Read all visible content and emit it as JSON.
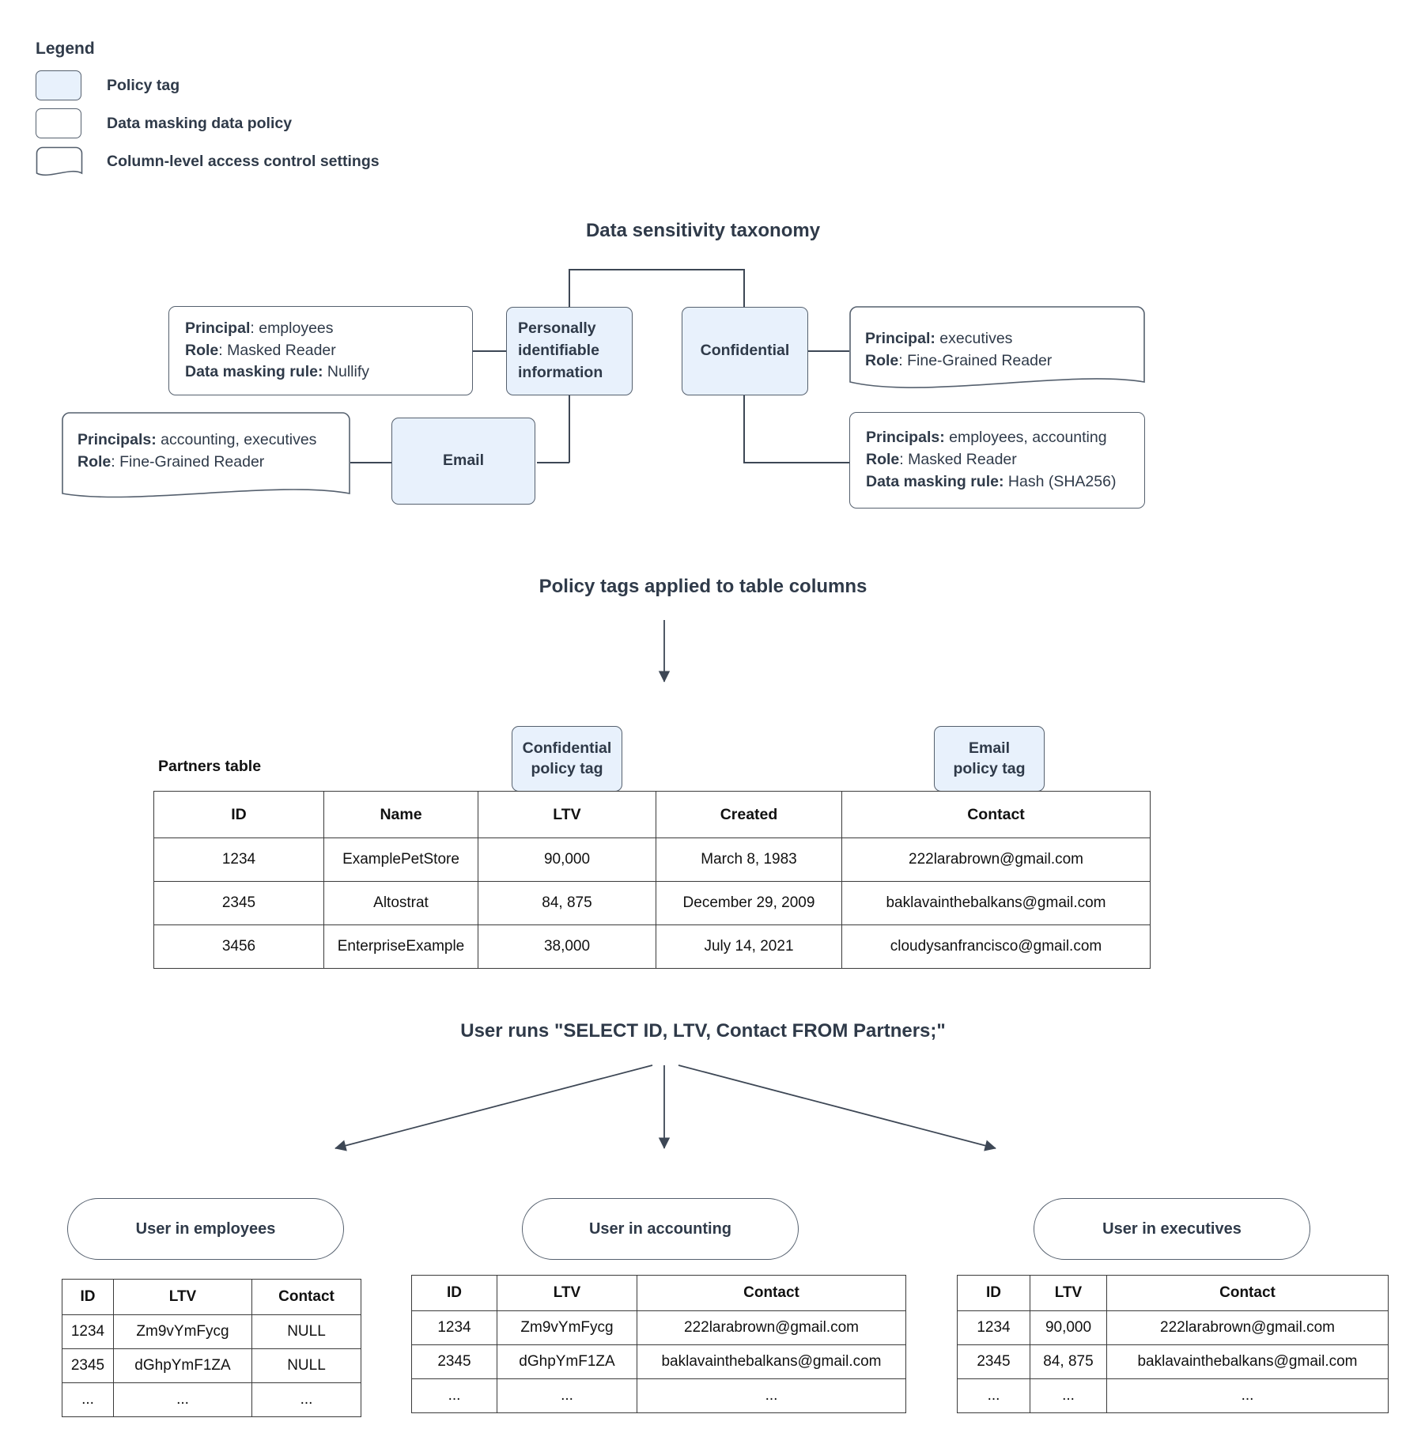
{
  "legend": {
    "title": "Legend",
    "items": [
      {
        "label": "Policy tag",
        "swatch": "policy-tag-swatch"
      },
      {
        "label": "Data masking data policy",
        "swatch": "data-masking-swatch"
      },
      {
        "label": "Column-level access control settings",
        "swatch": "column-access-swatch"
      }
    ]
  },
  "taxonomy": {
    "title": "Data sensitivity taxonomy",
    "tags": {
      "pii": "Personally identifiable information",
      "confidential": "Confidential",
      "email": "Email"
    },
    "policies": {
      "pii_masking": {
        "principal_label": "Principal",
        "principal_value": "employees",
        "role_label": "Role",
        "role_value": "Masked Reader",
        "rule_label": "Data masking rule:",
        "rule_value": "Nullify"
      },
      "email_access": {
        "principal_label": "Principals:",
        "principal_value": "accounting, executives",
        "role_label": "Role",
        "role_value": "Fine-Grained Reader"
      },
      "confidential_access": {
        "principal_label": "Principal:",
        "principal_value": "executives",
        "role_label": "Role",
        "role_value": "Fine-Grained Reader"
      },
      "confidential_masking": {
        "principal_label": "Principals:",
        "principal_value": "employees, accounting",
        "role_label": "Role",
        "role_value": "Masked Reader",
        "rule_label": "Data masking rule:",
        "rule_value": "Hash (SHA256)"
      }
    }
  },
  "applied": {
    "title": "Policy tags applied to table columns",
    "table_caption": "Partners table",
    "tags": [
      {
        "line1": "Confidential",
        "line2": "policy tag"
      },
      {
        "line1": "Email",
        "line2": "policy tag"
      }
    ],
    "table": {
      "headers": [
        "ID",
        "Name",
        "LTV",
        "Created",
        "Contact"
      ],
      "rows": [
        [
          "1234",
          "ExamplePetStore",
          "90,000",
          "March 8, 1983",
          "222larabrown@gmail.com"
        ],
        [
          "2345",
          "Altostrat",
          "84, 875",
          "December 29, 2009",
          "baklavainthebalkans@gmail.com"
        ],
        [
          "3456",
          "EnterpriseExample",
          "38,000",
          "July 14, 2021",
          "cloudysanfrancisco@gmail.com"
        ]
      ]
    }
  },
  "query": {
    "title": "User runs \"SELECT ID, LTV, Contact FROM Partners;\"",
    "results": [
      {
        "actor": "User in employees",
        "headers": [
          "ID",
          "LTV",
          "Contact"
        ],
        "rows": [
          [
            "1234",
            "Zm9vYmFycg",
            "NULL"
          ],
          [
            "2345",
            "dGhpYmF1ZA",
            "NULL"
          ],
          [
            "...",
            "...",
            "..."
          ]
        ]
      },
      {
        "actor": "User in accounting",
        "headers": [
          "ID",
          "LTV",
          "Contact"
        ],
        "rows": [
          [
            "1234",
            "Zm9vYmFycg",
            "222larabrown@gmail.com"
          ],
          [
            "2345",
            "dGhpYmF1ZA",
            "baklavainthebalkans@gmail.com"
          ],
          [
            "...",
            "...",
            "..."
          ]
        ]
      },
      {
        "actor": "User in executives",
        "headers": [
          "ID",
          "LTV",
          "Contact"
        ],
        "rows": [
          [
            "1234",
            "90,000",
            "222larabrown@gmail.com"
          ],
          [
            "2345",
            "84, 875",
            "baklavainthebalkans@gmail.com"
          ],
          [
            "...",
            "...",
            "..."
          ]
        ]
      }
    ]
  },
  "colors": {
    "policy_tag_fill": "#e8f1fc",
    "stroke": "#55606e",
    "text": "#2f3a49"
  }
}
